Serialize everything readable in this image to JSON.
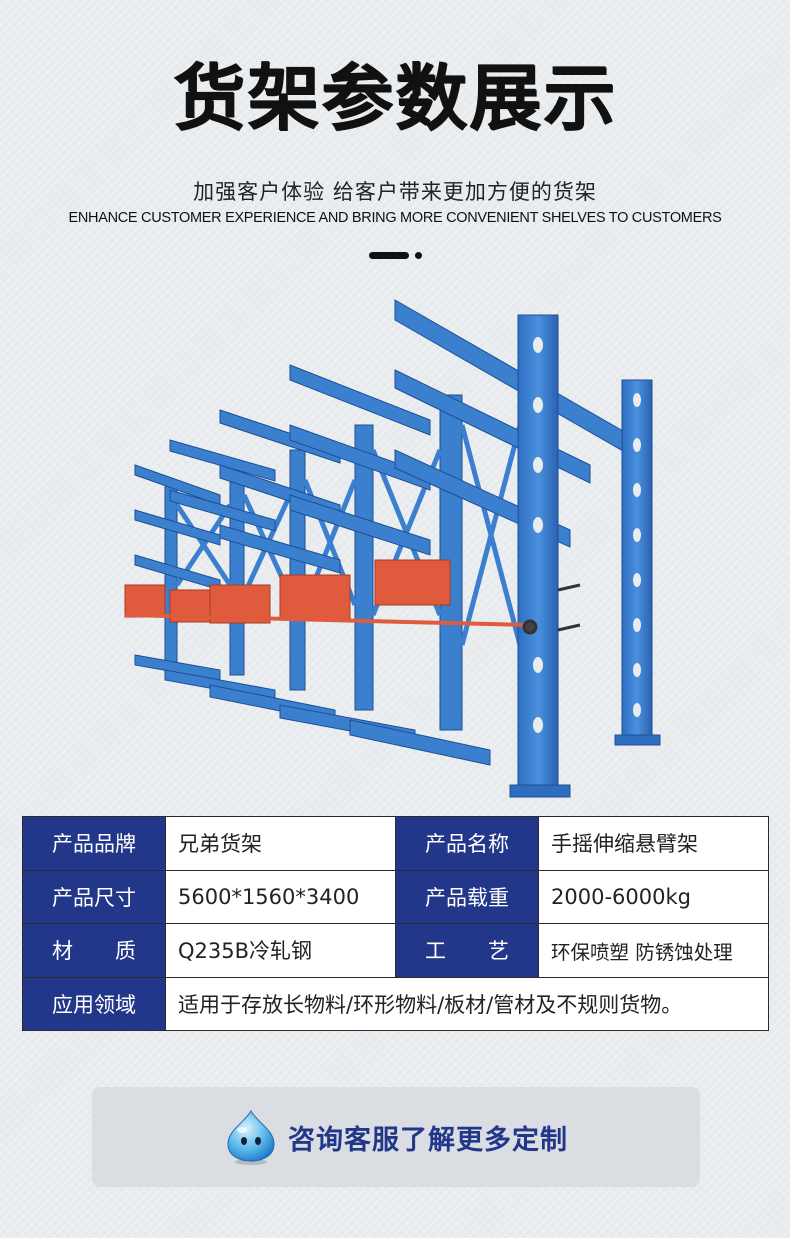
{
  "header": {
    "title": "货架参数展示",
    "subtitle": "加强客户体验 给客户带来更加方便的货架",
    "subtitle_en": "ENHANCE CUSTOMER EXPERIENCE AND BRING MORE CONVENIENT SHELVES TO CUSTOMERS"
  },
  "product_image": {
    "description_icon": "cantilever-rack-photo",
    "colors": {
      "frame": "#3b7fcf",
      "arms": "#e05a3e"
    }
  },
  "specs": {
    "rows": [
      {
        "label1": "产品品牌",
        "value1": "兄弟货架",
        "label2": "产品名称",
        "value2": "手摇伸缩悬臂架"
      },
      {
        "label1": "产品尺寸",
        "value1": "5600*1560*3400",
        "label2": "产品载重",
        "value2": "2000-6000kg"
      },
      {
        "label1": "材　　质",
        "value1": "Q235B冷轧钢",
        "label2": "工　　艺",
        "value2": "环保喷塑 防锈蚀处理"
      }
    ],
    "application": {
      "label": "应用领域",
      "value": "适用于存放长物料/环形物料/板材/管材及不规则货物。"
    },
    "label_bg": "#23378a"
  },
  "cta": {
    "label": "咨询客服了解更多定制",
    "icon": "water-drop-mascot-icon",
    "text_color": "#23378a"
  }
}
